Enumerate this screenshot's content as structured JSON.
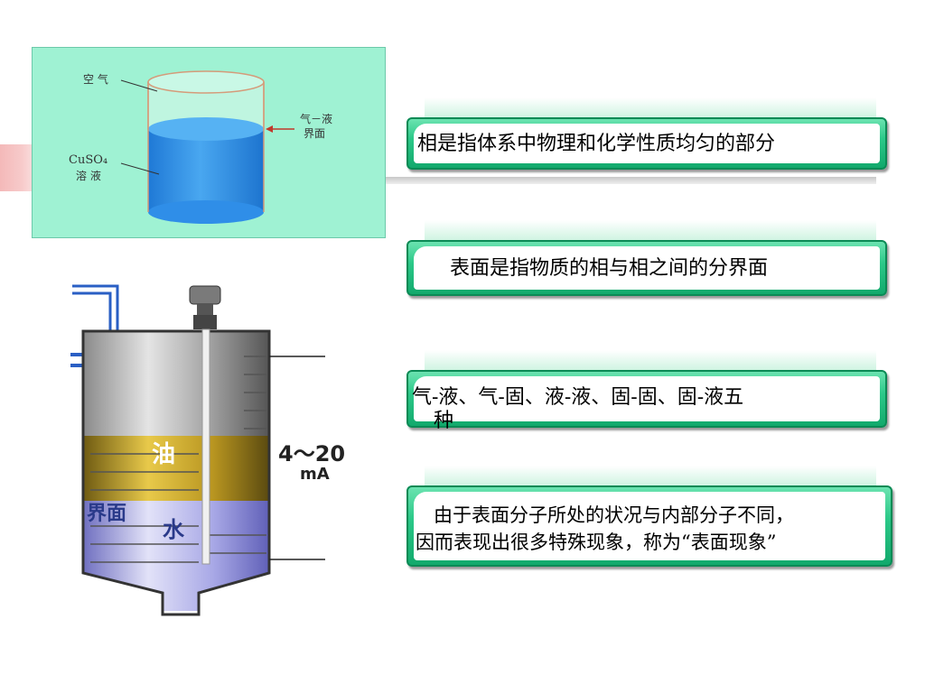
{
  "figure_top": {
    "label_air": "空 气",
    "label_interface": "气－液\n界面",
    "label_interface_line1": "气－液",
    "label_interface_line2": "界面",
    "label_solution_line1": "CuSO₄",
    "label_solution_line2": "溶 液"
  },
  "figure_tank": {
    "label_oil": "油",
    "label_interface": "界面",
    "label_water": "水",
    "signal_line1": "4～20",
    "signal_line2": "mA"
  },
  "boxes": [
    {
      "text": "相是指体系中物理和化学性质均匀的部分"
    },
    {
      "text": "表面是指物质的相与相之间的分界面"
    },
    {
      "line1": "气-液、气-固、液-液、固-固、固-液五",
      "line2": "种"
    },
    {
      "line1": "由于表面分子所处的状况与内部分子不同，",
      "line2": "因而表现出很多特殊现象，称为“表面现象”"
    }
  ],
  "colors": {
    "box_green": "#2cc989",
    "panel_mint": "#9ff2d3",
    "liquid_blue": "#3b8fe6",
    "oil_yellow": "#d8b52a",
    "water_lavender": "#9b9be0"
  }
}
